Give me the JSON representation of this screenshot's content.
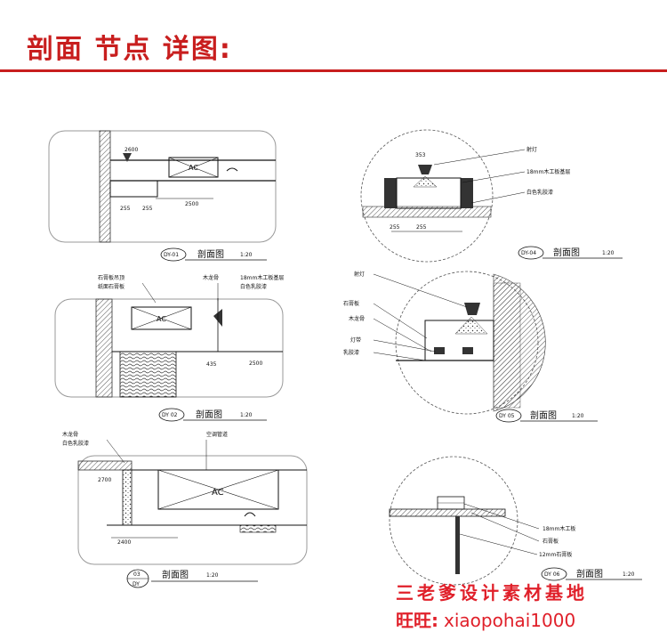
{
  "header": {
    "title": "剖面 节点 详图:"
  },
  "sections": {
    "dy01": {
      "dim_top": "2600",
      "ac_label": "AC",
      "dim_bottom": "2500",
      "small_dims": [
        "255",
        "255"
      ],
      "tag": "DY-01",
      "name": "剖面图",
      "scale": "1:20"
    },
    "dy02": {
      "ac_label": "AC",
      "dim_right": "2500",
      "dim_small": "435",
      "tag": "DY 02",
      "name": "剖面图",
      "scale": "1:20",
      "leaders": [
        "石膏板吊顶",
        "纸面石膏板",
        "木龙骨",
        "18mm木工板基层",
        "白色乳胶漆"
      ]
    },
    "dy03": {
      "ac_label": "AC",
      "dim_left": "2700",
      "dim_bottom": "2400",
      "tag_top": "03",
      "tag_bottom": "DY",
      "name": "剖面图",
      "scale": "1:20",
      "leaders": [
        "木龙骨",
        "白色乳胶漆",
        "空调管道"
      ]
    },
    "dy04": {
      "dim_top": "353",
      "dim_bottom": "255",
      "dim_side": "255",
      "tag": "DY-04",
      "name": "剖面图",
      "scale": "1:20",
      "leaders": [
        "射灯",
        "18mm木工板基层",
        "白色乳胶漆"
      ]
    },
    "dy05": {
      "tag": "DY 05",
      "name": "剖面图",
      "scale": "1:20",
      "leaders": [
        "射灯",
        "石膏板",
        "木龙骨",
        "灯带",
        "乳胶漆"
      ]
    },
    "dy06": {
      "tag": "DY 06",
      "name": "剖面图",
      "scale": "1:20",
      "leaders": [
        "18mm木工板",
        "石膏板",
        "12mm石膏板"
      ]
    }
  },
  "watermark": {
    "line1": "三老爹设计素材基地",
    "line2_label": "旺旺:",
    "line2_handle": "xiaopohai1000",
    "color": "#e0202a"
  },
  "accent_color": "#c81e1e"
}
